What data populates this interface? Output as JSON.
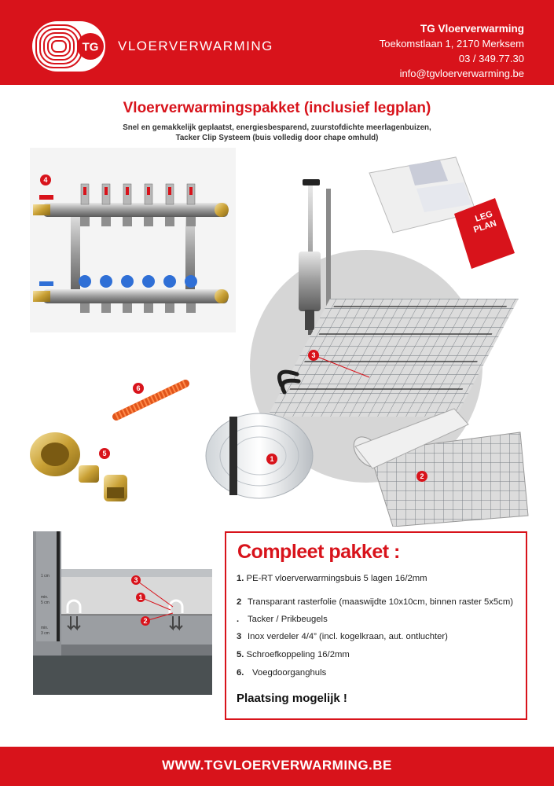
{
  "header": {
    "brand_badge": "TG",
    "brand_name": "VLOERVERWARMING",
    "company": "TG Vloerverwarming",
    "address": "Toekomstlaan 1, 2170 Merksem",
    "phone": "03 / 349.77.30",
    "email": "info@tgvloerverwarming.be"
  },
  "title": "Vloerverwarmingspakket (inclusief legplan)",
  "subtitle_line1": "Snel en gemakkelijk geplaatst, energiesbesparend, zuurstofdichte meerlagenbuizen,",
  "subtitle_line2": "Tacker Clip Systeem (buis volledig door chape omhuld)",
  "illustration": {
    "badges": [
      "4",
      "3",
      "6",
      "5",
      "1",
      "2"
    ],
    "legplan_label_1": "LEG",
    "legplan_label_2": "PLAN",
    "section_badges": [
      "3",
      "1",
      "2"
    ],
    "dim_labels": [
      "1 cm",
      "min.",
      "5 cm",
      "min.",
      "3 cm"
    ]
  },
  "package": {
    "title": "Compleet pakket :",
    "items": [
      {
        "num": "1.",
        "text": " PE-RT vloerverwarmingsbuis 5 lagen 16/2mm"
      },
      {
        "num": "2",
        "text": "Transparant rasterfolie (maaswijdte 10x10cm, binnen raster 5x5cm)"
      },
      {
        "num": ".",
        "text": "Tacker / Prikbeugels"
      },
      {
        "num": "3",
        "text": "Inox verdeler 4/4” (incl. kogelkraan, aut. ontluchter)"
      },
      {
        "num": "5.",
        "text": " Schroefkoppeling 16/2mm"
      },
      {
        "num": "6.",
        "text": "Voegdoorganghuls"
      }
    ],
    "footer": "Plaatsing mogelijk !"
  },
  "footer_url": "WWW.TGVLOERVERWARMING.BE",
  "colors": {
    "brand_red": "#d8131b"
  }
}
